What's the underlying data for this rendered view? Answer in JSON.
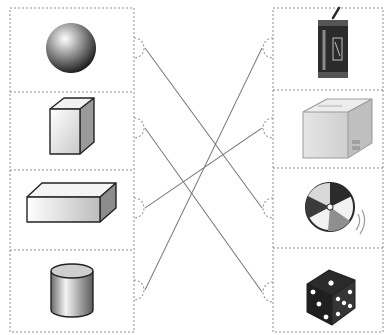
{
  "left_column": {
    "items": [
      {
        "name": "sphere"
      },
      {
        "name": "cube"
      },
      {
        "name": "rectangular-prism"
      },
      {
        "name": "cylinder"
      }
    ]
  },
  "right_column": {
    "items": [
      {
        "name": "drink-can"
      },
      {
        "name": "cardboard-box"
      },
      {
        "name": "beach-ball"
      },
      {
        "name": "dice"
      }
    ]
  },
  "connections": [
    {
      "left": "sphere",
      "right": "beach-ball"
    },
    {
      "left": "cube",
      "right": "dice"
    },
    {
      "left": "rectangular-prism",
      "right": "cardboard-box"
    },
    {
      "left": "cylinder",
      "right": "drink-can"
    }
  ],
  "colors": {
    "border": "#8c8c8c",
    "line": "#777777",
    "shape_dark": "#2b2b2b",
    "shape_light": "#f2f2f2"
  }
}
